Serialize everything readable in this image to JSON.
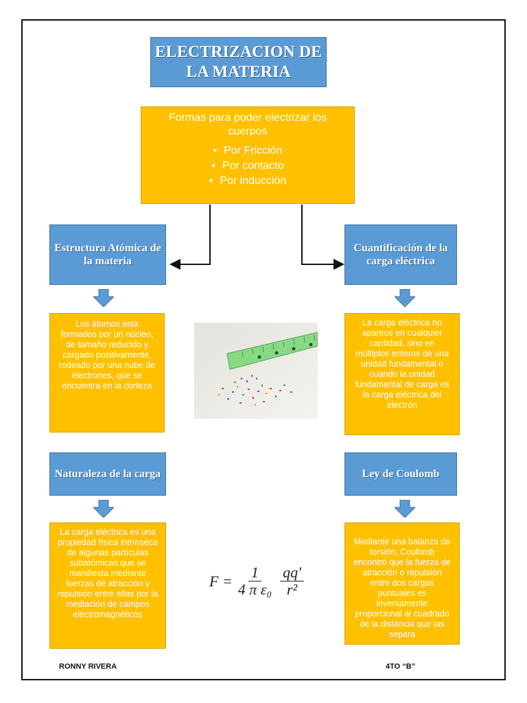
{
  "title": "ELECTRIZACION DE LA MATERIA",
  "formas": {
    "heading": "Formas para poder electrizar los cuerpos",
    "items": [
      "Por Fricción",
      "Por contacto",
      "Por inducción"
    ]
  },
  "nodes": {
    "estructura": {
      "heading": "Estructura Atómica de la materia",
      "text": "Los átomos esta formados por un núcleo, de tamaño reducido y cargado positivamente, rodeado por una nube de electrones, que se encuentra en la corteza"
    },
    "cuantificacion": {
      "heading": "Cuantificación de la carga eléctrica",
      "text": "La carga eléctrica no aparece en cualquier cantidad, sino en múltiplos enteros de una unidad fundamental o cuando la unidad fundamental de carga es la carga eléctrica del electrón"
    },
    "naturaleza": {
      "heading": "Naturaleza de la carga",
      "text": "La carga eléctrica es una propiedad física intrínseca de algunas partículas subatómicas que se manifiesta mediante fuerzas de atracción y repulsión entre ellas por la mediación de campos electromagnéticos"
    },
    "coulomb": {
      "heading": "Ley de Coulomb",
      "text": "Mediante una balanza de torsión, Coulomb encontró que la fuerza de atracción o repulsión entre dos cargas puntuales es inversamente proporcional al cuadrado de la distancia que las separa"
    }
  },
  "formula": {
    "lhs": "F =",
    "num1": "1",
    "den1": "4 π ε₀",
    "num2": "qq'",
    "den2": "r²"
  },
  "footer": {
    "author": "RONNY RIVERA",
    "group": "4TO “B”"
  },
  "colors": {
    "blue": "#5b9bd5",
    "orange": "#ffc000"
  }
}
